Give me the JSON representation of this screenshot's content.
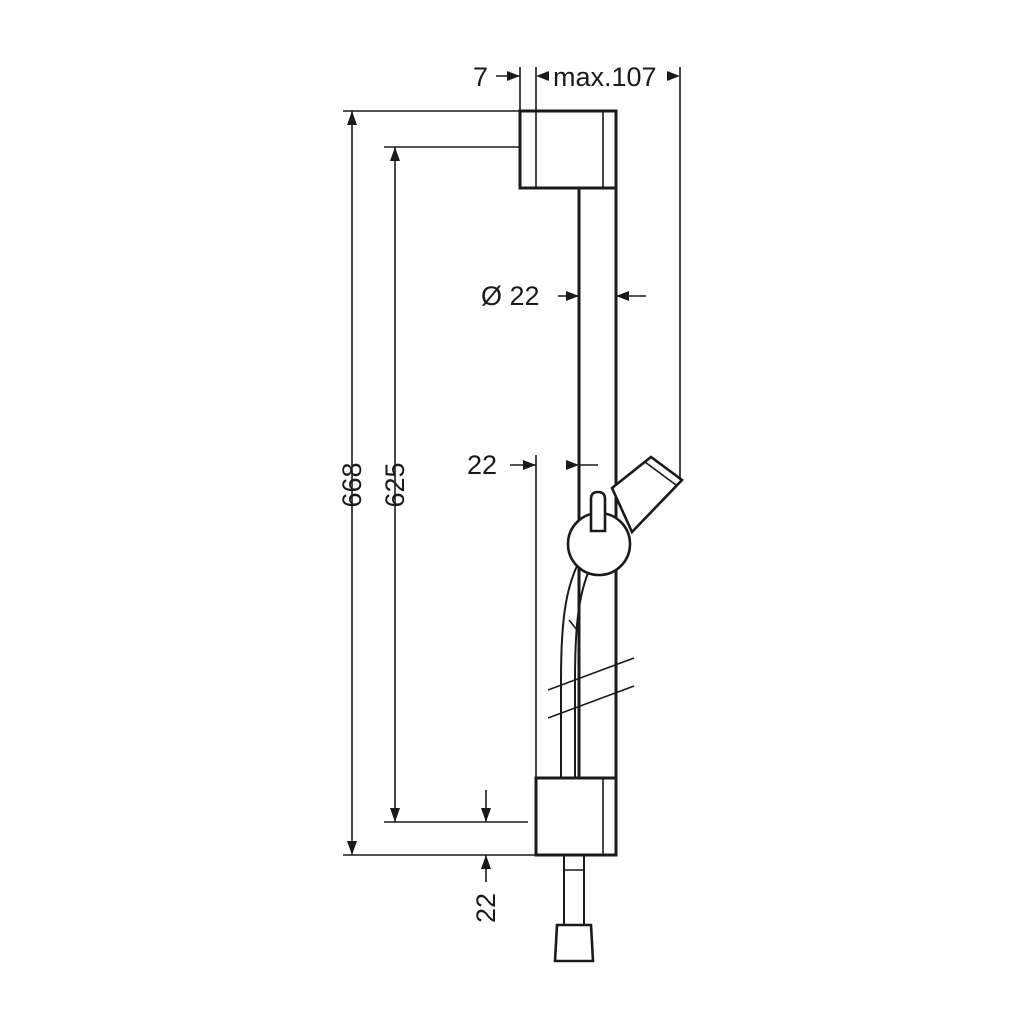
{
  "dimensions": {
    "offset_top": "7",
    "projection": "max.107",
    "bar_diameter": "Ø 22",
    "slider_offset": "22",
    "bottom_offset": "22",
    "overall_height": "668",
    "bracket_spacing": "625"
  },
  "colors": {
    "line": "#1a1a1a",
    "background": "#ffffff"
  }
}
